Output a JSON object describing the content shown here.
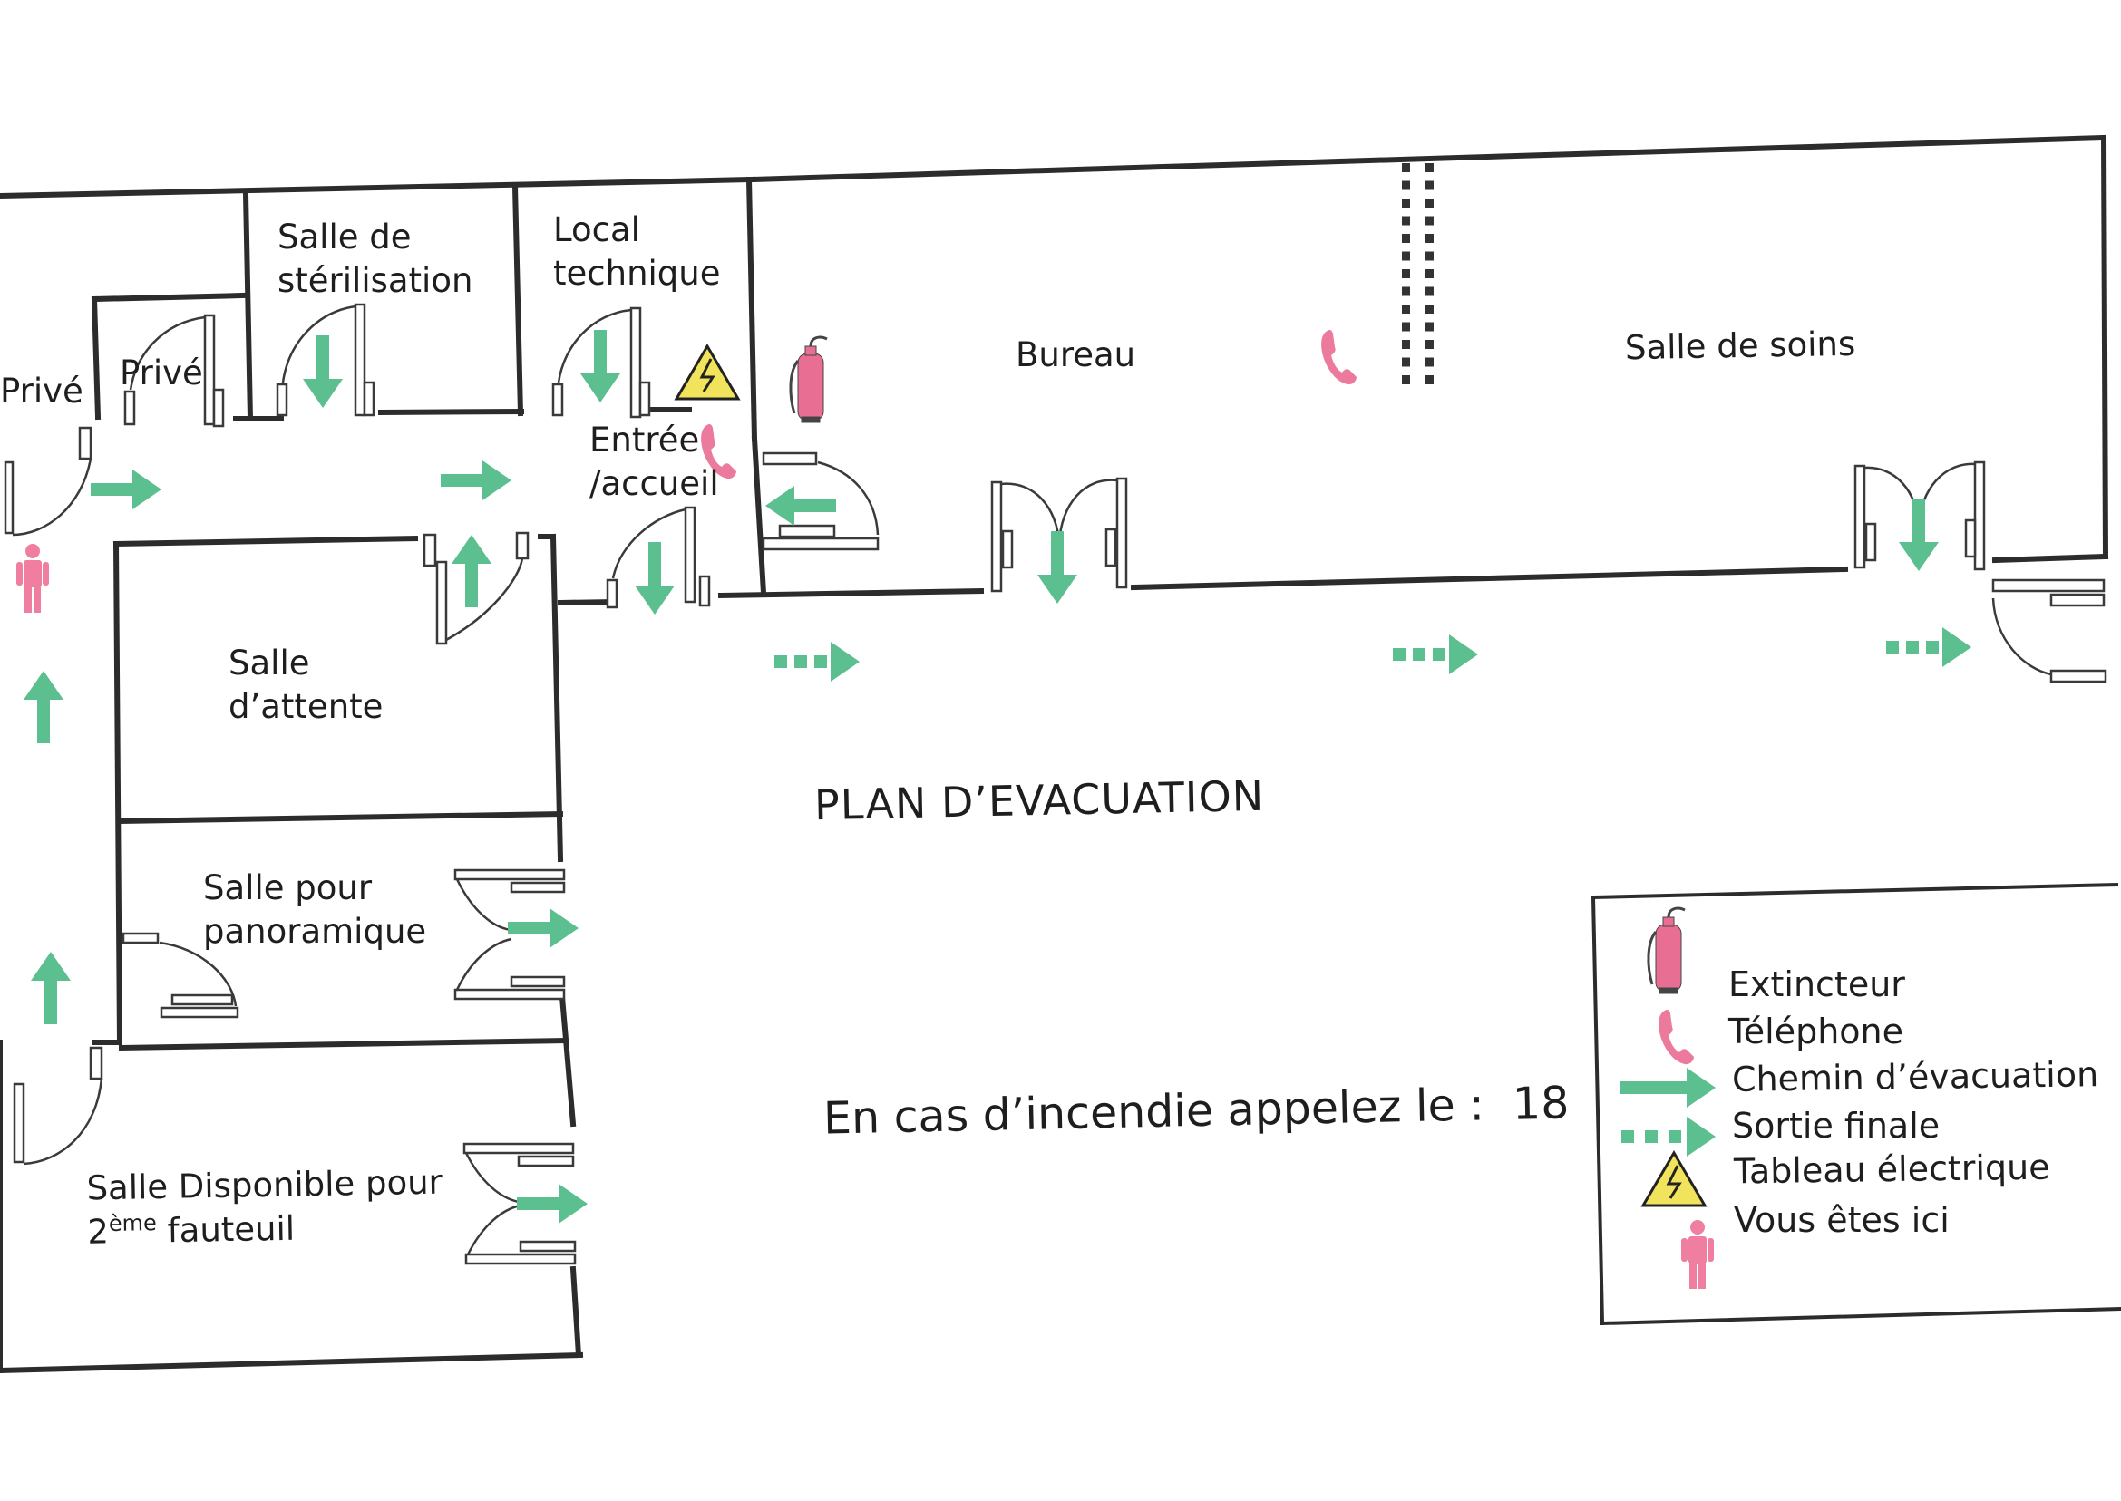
{
  "colors": {
    "wall": "#2c2c2c",
    "arrow": "#5cbf8f",
    "extinguisher": "#e86f93",
    "phone": "#ec7a9c",
    "person": "#ef7ea0",
    "warning_fill": "#f2e35c",
    "warning_stroke": "#222222"
  },
  "rooms": {
    "prive_left": "Privé",
    "prive_small": "Privé",
    "sterilisation_l1": "Salle de",
    "sterilisation_l2": "stérilisation",
    "local_l1": "Local",
    "local_l2": "technique",
    "entree_l1": "Entrée",
    "entree_l2": "/accueil",
    "bureau": "Bureau",
    "soins": "Salle de soins",
    "attente_l1": "Salle",
    "attente_l2": "d’attente",
    "panoramique_l1": "Salle pour",
    "panoramique_l2": "panoramique",
    "fauteuil_l1": "Salle Disponible pour",
    "fauteuil_l2_pre": "2",
    "fauteuil_l2_sup": "ème",
    "fauteuil_l2_post": " fauteuil"
  },
  "title": "PLAN D’EVACUATION",
  "emergency": {
    "text": "En cas d’incendie appelez le :",
    "number": "18"
  },
  "legend": {
    "items": [
      {
        "icon": "extinguisher-icon",
        "label": "Extincteur"
      },
      {
        "icon": "phone-icon",
        "label": "Téléphone"
      },
      {
        "icon": "solid-arrow-icon",
        "label": "Chemin d’évacuation"
      },
      {
        "icon": "dashed-arrow-icon",
        "label": "Sortie finale"
      },
      {
        "icon": "warning-icon",
        "label": "Tableau électrique"
      },
      {
        "icon": "person-icon",
        "label": "Vous êtes ici"
      }
    ]
  }
}
